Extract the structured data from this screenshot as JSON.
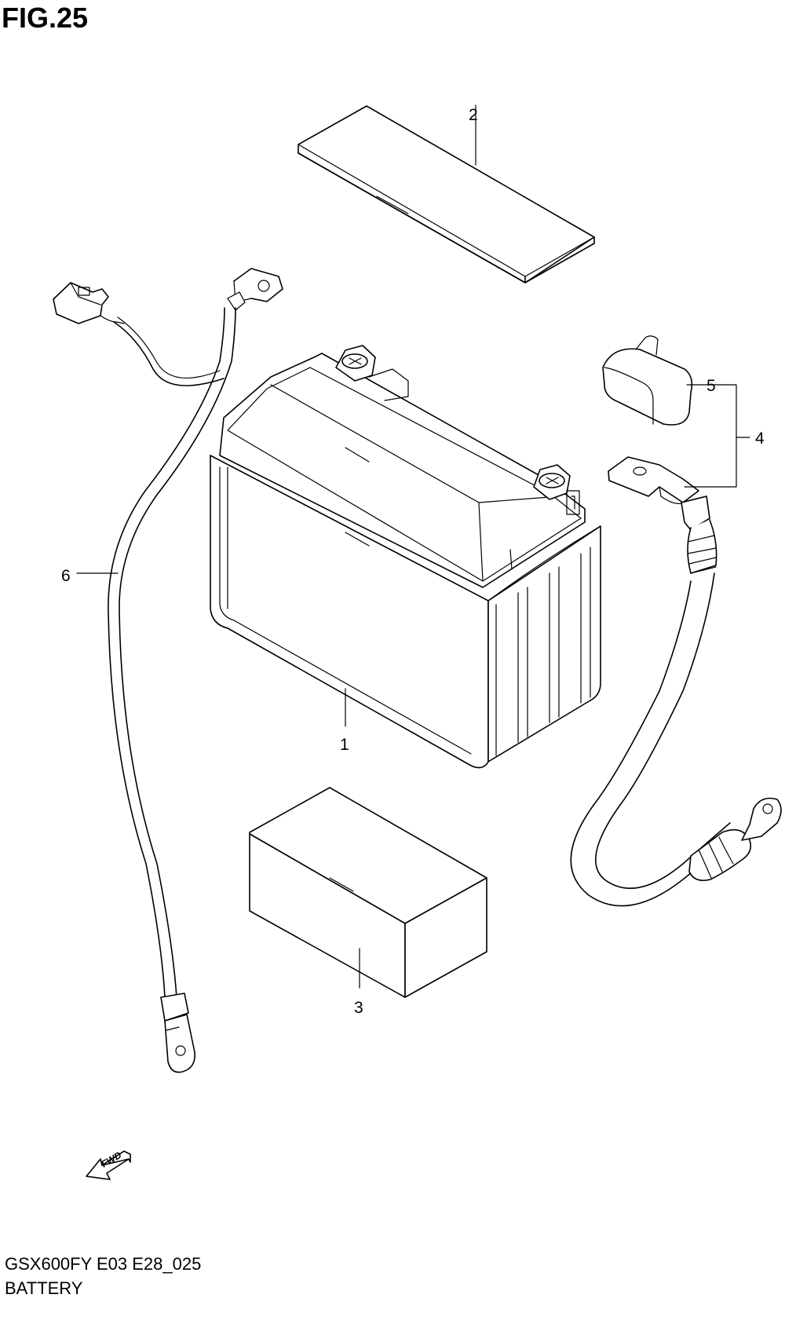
{
  "figure": {
    "title": "FIG.25"
  },
  "callouts": [
    {
      "id": "1",
      "label": "1"
    },
    {
      "id": "2",
      "label": "2"
    },
    {
      "id": "3",
      "label": "3"
    },
    {
      "id": "4",
      "label": "4"
    },
    {
      "id": "5",
      "label": "5"
    },
    {
      "id": "6",
      "label": "6"
    }
  ],
  "direction_marker": {
    "label": "FWD"
  },
  "footer": {
    "model_code": "GSX600FY E03 E28_025",
    "section_name": "BATTERY"
  }
}
